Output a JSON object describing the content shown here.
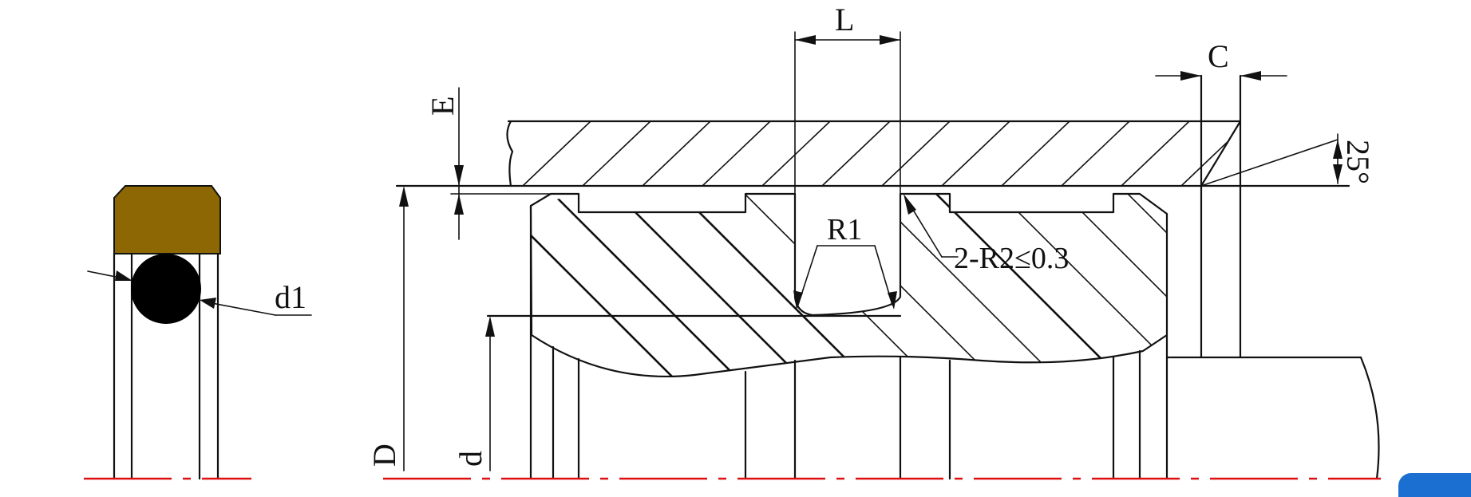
{
  "labels": {
    "L": "L",
    "C": "C",
    "E": "E",
    "angle": "25°",
    "R1": "R1",
    "R2_note": "2-R2≤0.3",
    "d1": "d1",
    "D": "D",
    "d": "d"
  },
  "colors": {
    "seal_ring": "#8c6704",
    "o_ring": "#000000",
    "centerline": "#dd1111",
    "lines": "#111111",
    "corner_tab": "#1a6fd0"
  }
}
